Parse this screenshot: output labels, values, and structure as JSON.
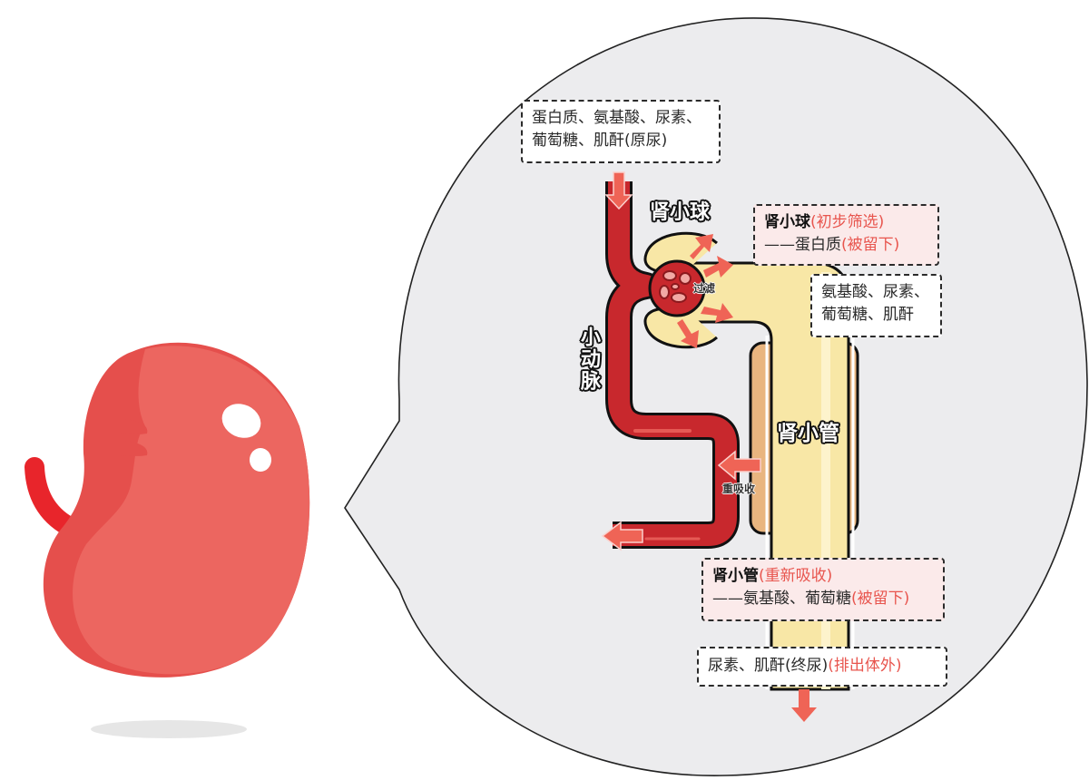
{
  "diagram": {
    "title_labels": {
      "glomerulus": "肾小球",
      "arteriole": "小动脉",
      "tubule": "肾小管",
      "filtration": "过滤",
      "reabsorption": "重吸收"
    },
    "boxes": {
      "primary_urine": {
        "line1": "蛋白质、氨基酸、尿素、",
        "line2": "葡萄糖、肌酐(原尿)"
      },
      "glomerulus_note": {
        "heading": "肾小球",
        "heading_note": "(初步筛选)",
        "line2_prefix": "——蛋白质",
        "line2_note": "(被留下)"
      },
      "filtrate": {
        "line1": "氨基酸、尿素、",
        "line2": "葡萄糖、肌酐"
      },
      "tubule_note": {
        "heading": "肾小管",
        "heading_note": "(重新吸收)",
        "line2_prefix": "——氨基酸、葡萄糖",
        "line2_note": "(被留下)"
      },
      "final_urine": {
        "text": "尿素、肌酐(终尿)",
        "note": "(排出体外)"
      }
    },
    "colors": {
      "bubble_bg": "#ececee",
      "blood_vessel": "#c8282d",
      "blood_highlight": "#e65a55",
      "arrow": "#ef6456",
      "tubule_fill": "#f8e7a6",
      "tubule_sheath": "#e9b57f",
      "kidney_main": "#ec6660",
      "kidney_shade": "#e54f4c",
      "ureter": "#e8252b",
      "note_pink_bg": "#fbeaea",
      "note_red_text": "#e8554e"
    }
  }
}
